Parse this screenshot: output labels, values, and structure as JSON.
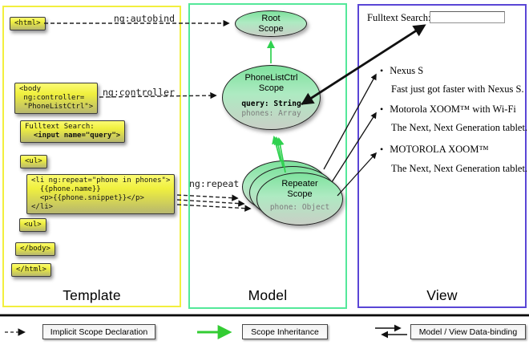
{
  "panels": {
    "template": "Template",
    "model": "Model",
    "view": "View"
  },
  "template_code": {
    "html_open": "<html>",
    "body_open": "<body\n ng:controller=\n \"PhoneListCtrl\">",
    "fulltext_label": "Fulltext Search:",
    "fulltext_input": "  <input name=\"query\">",
    "ul_open_1": "<ul>",
    "li_repeat": "<li ng:repeat=\"phone in phones\">\n  {{phone.name}}\n  <p>{{phone.snippet}}</p>\n</li>",
    "ul_open_2": "<ul>",
    "body_close": "</body>",
    "html_close": "</html>"
  },
  "arrow_labels": {
    "autobind": "ng:autobind",
    "controller": "ng:controller",
    "repeat": "ng:repeat"
  },
  "model_scopes": {
    "root": {
      "title": "Root\nScope"
    },
    "phone_list_ctrl": {
      "title": "PhoneListCtrl\nScope",
      "prop_query": "query: String",
      "prop_phones": "phones: Array"
    },
    "repeater": {
      "title": "Repeater\nScope",
      "prop_phone": "phone: Object"
    }
  },
  "view": {
    "search_label": "Fulltext Search:",
    "search_value": "",
    "bullet": "•",
    "items": [
      {
        "title": "Nexus S",
        "desc": "Fast just got faster with Nexus S."
      },
      {
        "title": "Motorola XOOM™ with Wi-Fi",
        "desc": "The Next, Next Generation tablet."
      },
      {
        "title": "MOTOROLA XOOM™",
        "desc": "The Next, Next Generation tablet."
      }
    ]
  },
  "legend": {
    "implicit": "Implicit Scope Declaration",
    "inheritance": "Scope Inheritance",
    "binding": "Model / View Data-binding"
  },
  "colors": {
    "template_border": "#f2ef3e",
    "model_border": "#54e89a",
    "view_border": "#5a46d6",
    "scope_inheritance_green": "#2fd14f",
    "legend_green": "#33cc33",
    "arrow_black": "#111111"
  }
}
